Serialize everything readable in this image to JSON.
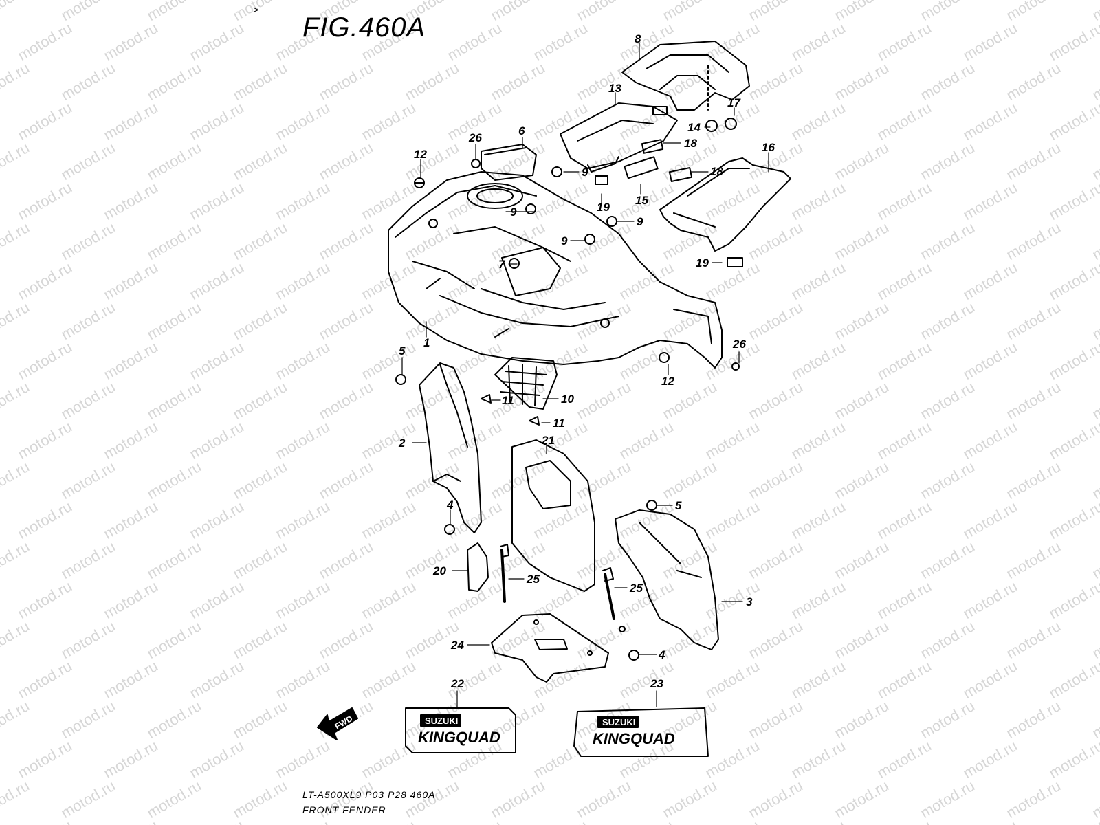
{
  "figure": {
    "title": "FIG.460A",
    "corner_mark": ">",
    "footer_code": "LT-A500XL9 P03 P28 460A",
    "footer_name": "FRONT FENDER"
  },
  "watermark": "motod.ru",
  "fwd_label": "FWD",
  "decals": [
    {
      "brand": "SUZUKI",
      "model": "KINGQUAD"
    },
    {
      "brand": "SUZUKI",
      "model": "KINGQUAD"
    }
  ],
  "callouts": {
    "c8": "8",
    "c13": "13",
    "c17": "17",
    "c14": "14",
    "c6": "6",
    "c26a": "26",
    "c18a": "18",
    "c18b": "18",
    "c16": "16",
    "c12a": "12",
    "c9a": "9",
    "c9b": "9",
    "c9c": "9",
    "c9d": "9",
    "c19a": "19",
    "c15": "15",
    "c19b": "19",
    "c7": "7",
    "c1": "1",
    "c26b": "26",
    "c12b": "12",
    "c5a": "5",
    "c10": "10",
    "c11a": "11",
    "c11b": "11",
    "c2": "2",
    "c21": "21",
    "c5b": "5",
    "c4a": "4",
    "c20": "20",
    "c25a": "25",
    "c25b": "25",
    "c3": "3",
    "c24": "24",
    "c4b": "4",
    "c22": "22",
    "c23": "23"
  }
}
